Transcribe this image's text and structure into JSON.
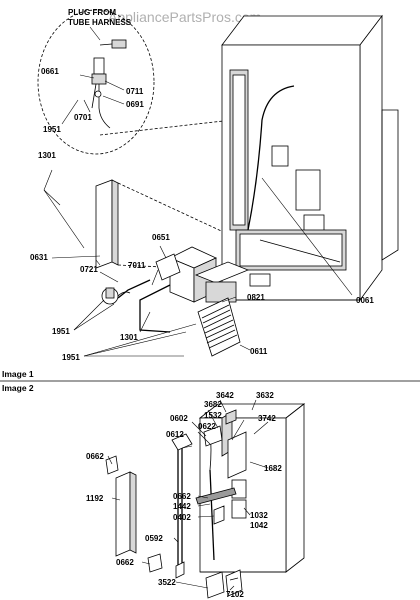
{
  "watermark": "AppliancePartsPros.com",
  "detail_callout": "PLUG FROM TUBE HARNESS",
  "sections": [
    {
      "name": "Image 1",
      "parts": [
        "0661",
        "0711",
        "0691",
        "0701",
        "1951",
        "1301",
        "0651",
        "0631",
        "0721",
        "7011",
        "0821",
        "0061",
        "1951",
        "1301",
        "0611",
        "1951"
      ]
    },
    {
      "name": "Image 2",
      "parts": [
        "3642",
        "3632",
        "3682",
        "0602",
        "1532",
        "3742",
        "0622",
        "0612",
        "0662",
        "1682",
        "1192",
        "0662",
        "1442",
        "0402",
        "1032",
        "1042",
        "0592",
        "0662",
        "3522",
        "7102"
      ]
    }
  ]
}
